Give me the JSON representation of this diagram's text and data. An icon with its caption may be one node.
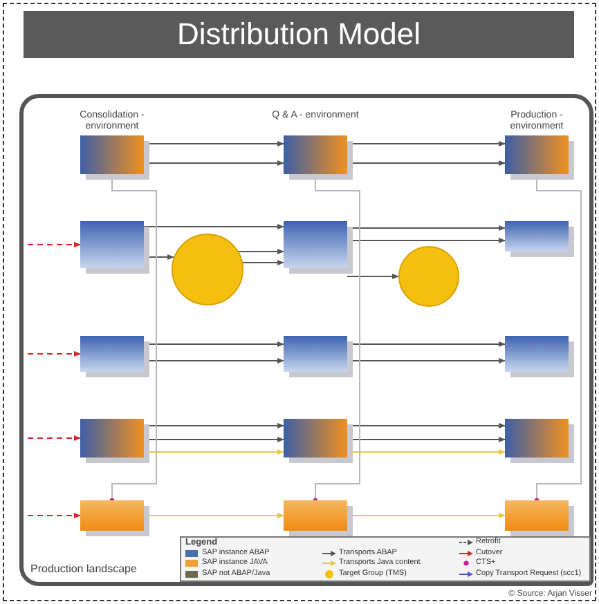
{
  "diagram": {
    "title": "Distribution Model",
    "nodes": [
      {
        "text": [],
        "shape": "box"
      },
      {
        "text": [],
        "shape": "box"
      },
      {
        "text": [],
        "shape": "box"
      },
      {
        "text": [],
        "shape": "box"
      },
      {
        "text": [],
        "shape": "circle"
      },
      {
        "text": [],
        "shape": "box"
      },
      {
        "text": [],
        "shape": "circle"
      },
      {
        "text": [],
        "shape": "box"
      },
      {
        "text": [],
        "shape": "box"
      },
      {
        "text": [],
        "shape": "box"
      },
      {
        "text": [],
        "shape": "box"
      },
      {
        "text": [],
        "shape": "box"
      },
      {
        "text": [],
        "shape": "box"
      },
      {
        "text": [],
        "shape": "box"
      },
      {
        "text": [],
        "shape": "box"
      },
      {
        "text": [],
        "shape": "box"
      },
      {
        "text": [],
        "shape": "box"
      }
    ],
    "edges": [
      {
        "from": 0,
        "to": 1,
        "arrow": "to"
      },
      {
        "from": 0,
        "to": 1,
        "arrow": "to"
      },
      {
        "from": 1,
        "to": 2,
        "arrow": "to"
      },
      {
        "from": 1,
        "to": 2,
        "arrow": "to"
      },
      {
        "from": 3,
        "to": 5,
        "arrow": "to"
      },
      {
        "from": 3,
        "to": 4,
        "arrow": "to"
      },
      {
        "from": 4,
        "to": 5,
        "arrow": "to"
      },
      {
        "from": 4,
        "to": 5,
        "arrow": "to"
      },
      {
        "from": 5,
        "to": 6,
        "arrow": "to"
      },
      {
        "from": 5,
        "to": 7,
        "arrow": "to"
      },
      {
        "from": 5,
        "to": 7,
        "arrow": "to"
      },
      {
        "from": 8,
        "to": 9,
        "arrow": "to"
      },
      {
        "from": 8,
        "to": 9,
        "arrow": "to"
      },
      {
        "from": 9,
        "to": 10,
        "arrow": "to"
      },
      {
        "from": 9,
        "to": 10,
        "arrow": "to"
      },
      {
        "from": 11,
        "to": 12,
        "arrow": "to"
      },
      {
        "from": 11,
        "to": 12,
        "arrow": "to"
      },
      {
        "from": 11,
        "to": 12,
        "arrow": "to",
        "color": "#e8c840"
      },
      {
        "from": 12,
        "to": 13,
        "arrow": "to"
      },
      {
        "from": 12,
        "to": 13,
        "arrow": "to"
      },
      {
        "from": 12,
        "to": 13,
        "arrow": "to",
        "color": "#e8c840"
      },
      {
        "from": 14,
        "to": 15,
        "arrow": "to",
        "color": "#e8c840"
      },
      {
        "from": 15,
        "to": 16,
        "arrow": "to",
        "color": "#e8c840"
      },
      {
        "from": null,
        "to": 3,
        "arrow": "to",
        "style": "dashed",
        "color": "#dd2222"
      },
      {
        "from": null,
        "to": 8,
        "arrow": "to",
        "style": "dashed",
        "color": "#dd2222"
      },
      {
        "from": null,
        "to": 11,
        "arrow": "to",
        "style": "dashed",
        "color": "#dd2222"
      },
      {
        "from": null,
        "to": 14,
        "arrow": "to",
        "style": "dashed",
        "color": "#dd2222"
      },
      {
        "from": 0,
        "to": 14,
        "arrow": "other",
        "color": "#b8b8b8"
      },
      {
        "from": 1,
        "to": 15,
        "arrow": "other",
        "color": "#b8b8b8"
      },
      {
        "from": 2,
        "to": 16,
        "arrow": "other",
        "color": "#b8b8b8"
      }
    ],
    "labels": [
      "Consolidation - environment",
      "Q & A - environment",
      "Production - environment",
      "Production landscape",
      "Legend",
      "© Source: Arjan Visser"
    ],
    "legend": [
      {
        "text": "SAP instance ABAP",
        "color": "#4a6fb0"
      },
      {
        "text": "SAP instance JAVA",
        "color": "#f0a030"
      },
      {
        "text": "SAP not ABAP/Java",
        "color": "#6a6a50"
      },
      {
        "text": "Transports ABAP"
      },
      {
        "text": "Transports Java content"
      },
      {
        "text": "Target Group (TMS)"
      },
      {
        "text": "Retrofit"
      },
      {
        "text": "Cutover"
      },
      {
        "text": "CTS+"
      },
      {
        "text": "Copy Transport Request (scc1)"
      }
    ]
  }
}
